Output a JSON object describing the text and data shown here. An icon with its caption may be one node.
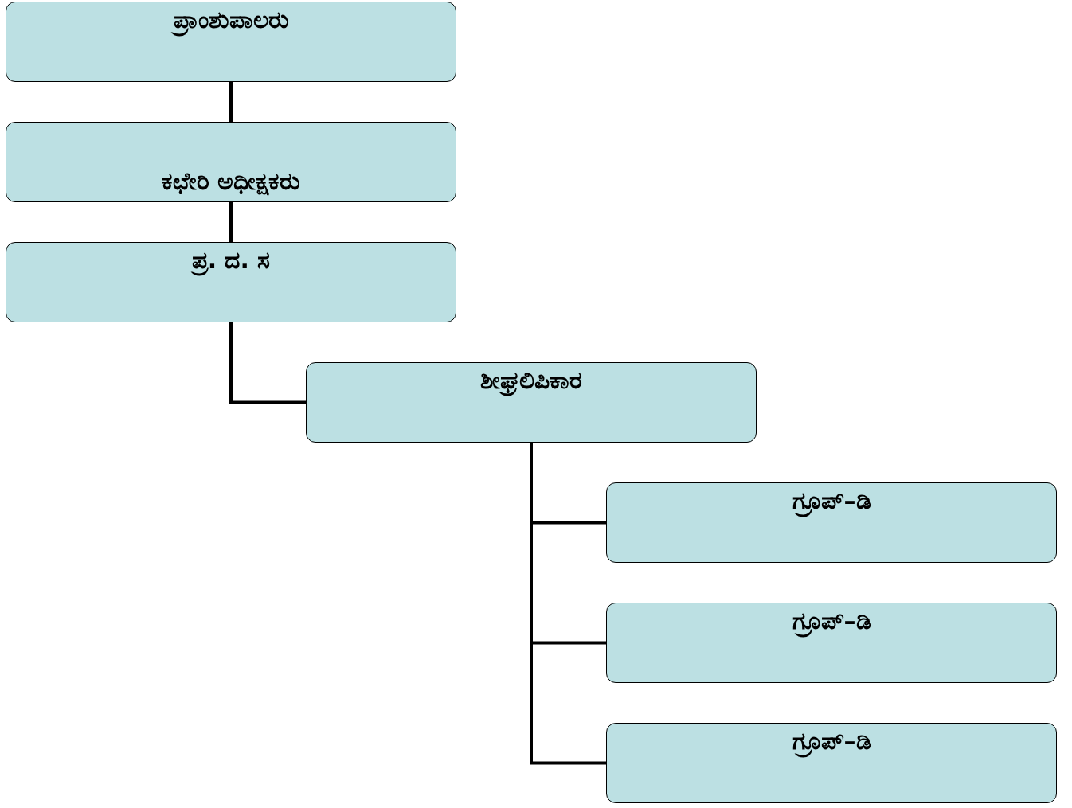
{
  "diagram": {
    "nodes": [
      {
        "text": [
          "ಪ್ರಾಂಶುಪಾಲರು"
        ]
      },
      {
        "text": [
          "ಕಛೇರಿ ಅಧೀಕ್ಷಕರು"
        ]
      },
      {
        "text": [
          "ಪ್ರ. ದ. ಸ"
        ]
      },
      {
        "text": [
          "ಶೀಘ್ರಲಿಪಿಕಾರ"
        ]
      },
      {
        "text": [
          "ಗ್ರೂಪ್–ಡಿ"
        ]
      },
      {
        "text": [
          "ಗ್ರೂಪ್–ಡಿ"
        ]
      },
      {
        "text": [
          "ಗ್ರೂಪ್–ಡಿ"
        ]
      }
    ],
    "edges": [
      {
        "from": 0,
        "to": 1,
        "arrow": "none"
      },
      {
        "from": 1,
        "to": 2,
        "arrow": "none"
      },
      {
        "from": 2,
        "to": 3,
        "arrow": "none"
      },
      {
        "from": 3,
        "to": 4,
        "arrow": "none"
      },
      {
        "from": 3,
        "to": 5,
        "arrow": "none"
      },
      {
        "from": 3,
        "to": 6,
        "arrow": "none"
      }
    ]
  }
}
